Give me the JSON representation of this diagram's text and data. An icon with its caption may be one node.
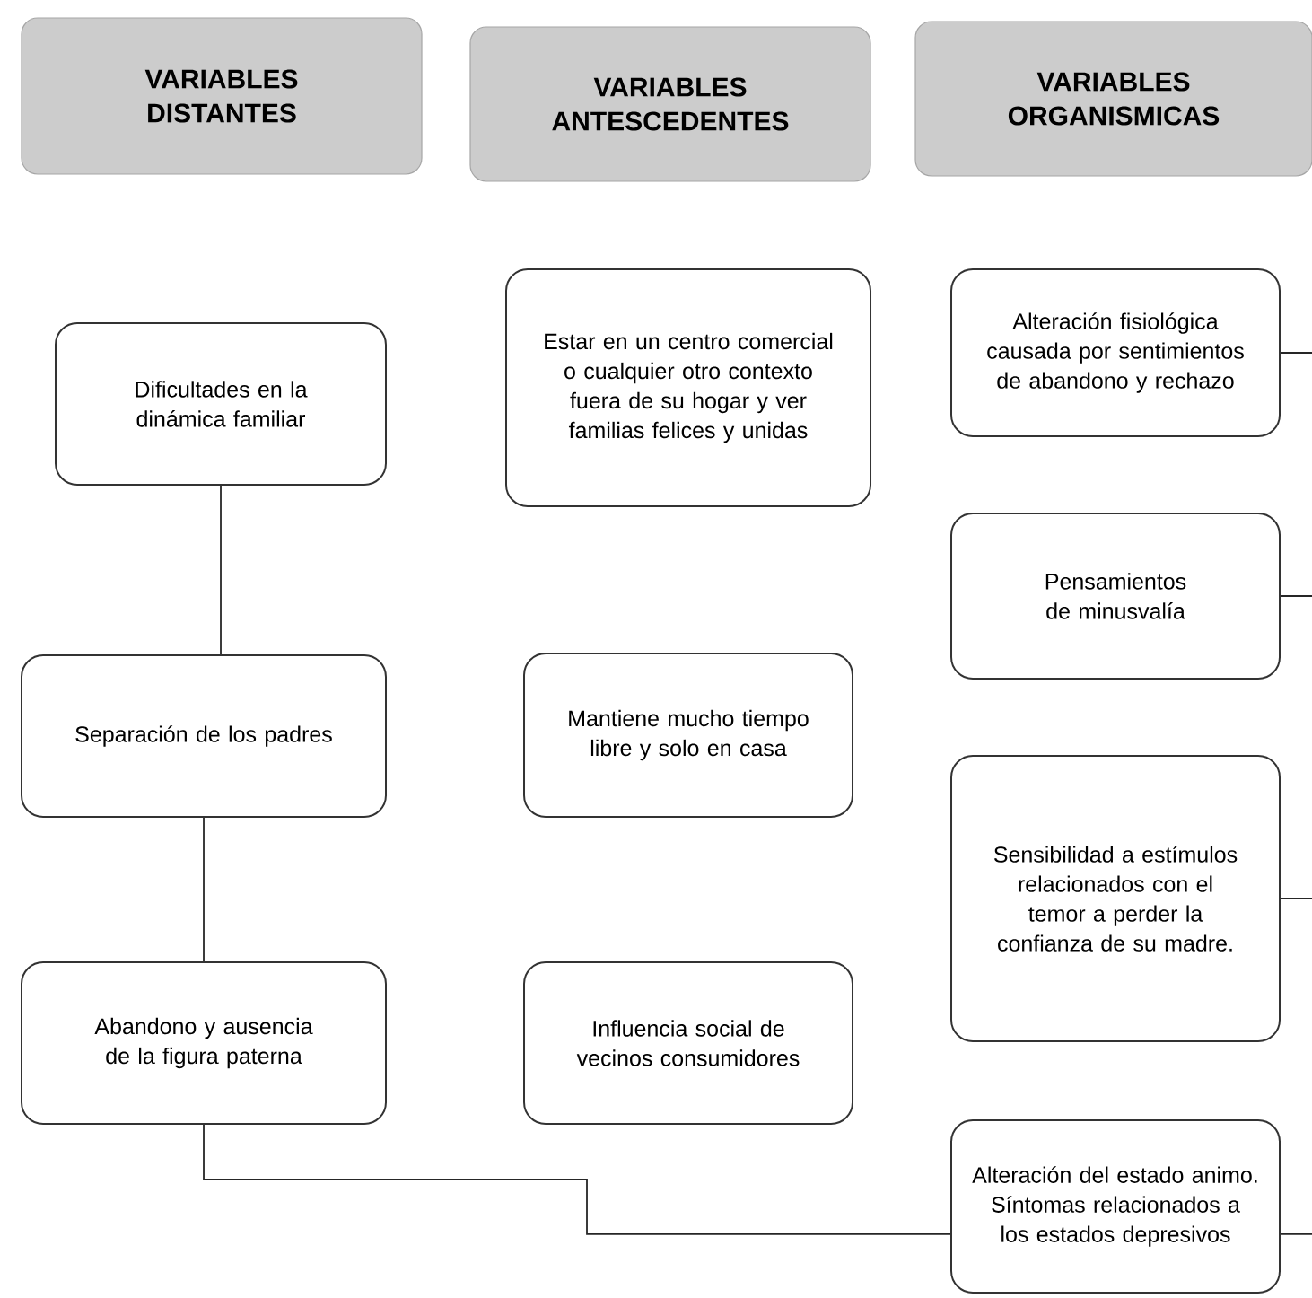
{
  "diagram": {
    "nodes": [
      {
        "text": [
          "VARIABLES DISTANTES"
        ]
      },
      {
        "text": [
          "VARIABLES ANTESCEDENTES"
        ]
      },
      {
        "text": [
          "VARIABLES ORGANISMICAS"
        ]
      },
      {
        "text": [
          "Dificultades en la dinámica familiar"
        ]
      },
      {
        "text": [
          "Separación de los padres"
        ]
      },
      {
        "text": [
          "Abandono y ausencia de la figura paterna"
        ]
      },
      {
        "text": [
          "Estar en un centro comercial o cualquier otro contexto fuera de su hogar y ver familias felices y unidas"
        ]
      },
      {
        "text": [
          "Mantiene mucho tiempo libre y solo en casa"
        ]
      },
      {
        "text": [
          "Influencia social de vecinos consumidores"
        ]
      },
      {
        "text": [
          "Alteración fisiológica causada por sentimientos de abandono y rechazo"
        ]
      },
      {
        "text": [
          "Pensamientos de minusvalía"
        ]
      },
      {
        "text": [
          "Sensibilidad a estímulos relacionados con el temor a perder la confianza de su madre."
        ]
      },
      {
        "text": [
          "Alteración del estado animo. Síntomas relacionados a los estados depresivos"
        ]
      }
    ],
    "edges": [
      {
        "from": 3,
        "to": 4,
        "arrow": "none"
      },
      {
        "from": 4,
        "to": 5,
        "arrow": "none"
      },
      {
        "from": 5,
        "to": 12,
        "arrow": "none"
      },
      {
        "from": 9,
        "to": null,
        "arrow": "none"
      },
      {
        "from": 10,
        "to": null,
        "arrow": "none"
      },
      {
        "from": 11,
        "to": null,
        "arrow": "none"
      },
      {
        "from": 12,
        "to": null,
        "arrow": "none"
      }
    ]
  }
}
